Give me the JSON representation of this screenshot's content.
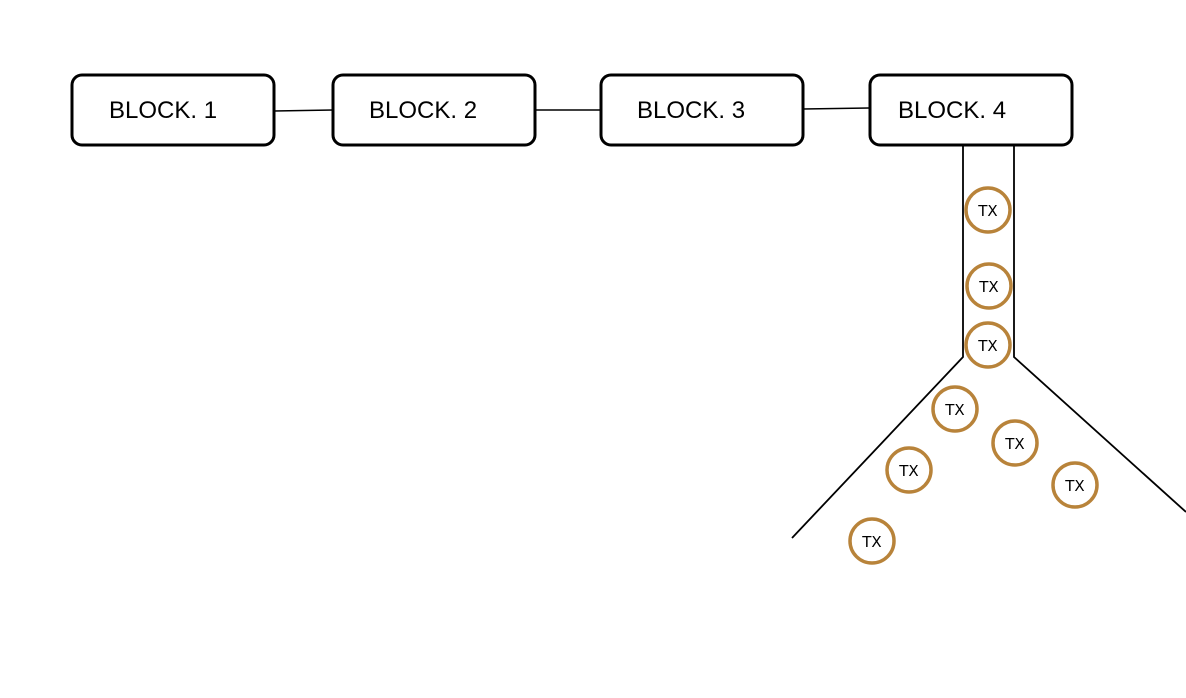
{
  "colors": {
    "block_border": "#000000",
    "connector": "#000000",
    "tx_ring": "#b8833a",
    "background": "#ffffff"
  },
  "blocks": [
    {
      "label": "BLOCK. 1"
    },
    {
      "label": "BLOCK. 2"
    },
    {
      "label": "BLOCK. 3"
    },
    {
      "label": "BLOCK. 4"
    }
  ],
  "transactions": [
    {
      "label": "TX"
    },
    {
      "label": "TX"
    },
    {
      "label": "TX"
    },
    {
      "label": "TX"
    },
    {
      "label": "TX"
    },
    {
      "label": "TX"
    },
    {
      "label": "TX"
    },
    {
      "label": "TX"
    }
  ]
}
